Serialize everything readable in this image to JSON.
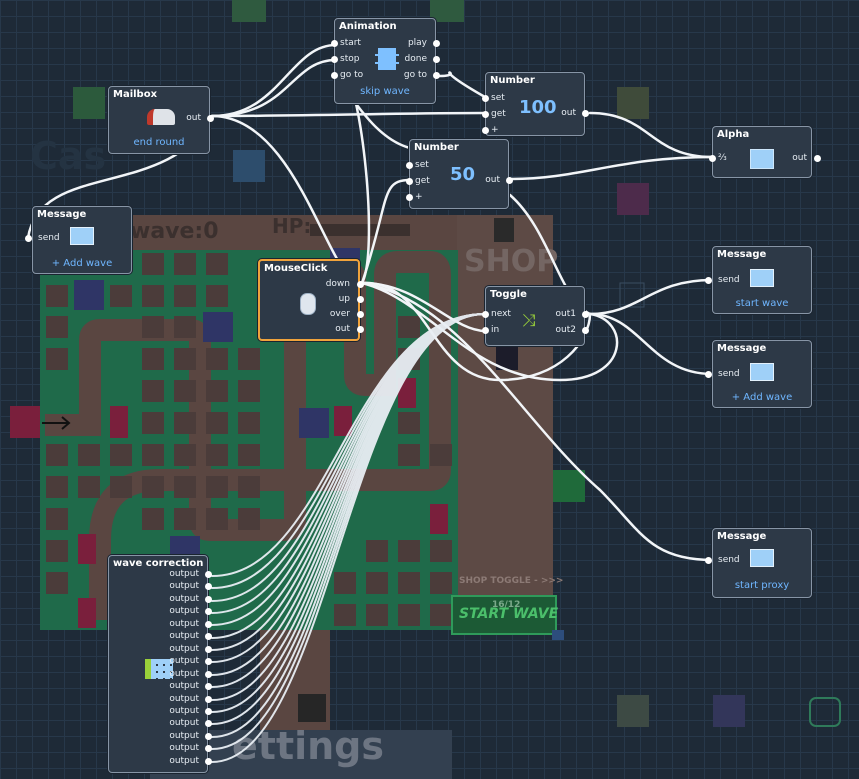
{
  "background_game": {
    "wave_label": "wave:0",
    "hp_label": "HP:",
    "shop_label": "SHOP",
    "shop_toggle": "SHOP TOGGLE - >>>",
    "wave_count": "16/12",
    "start_wave": "START WAVE",
    "settings": "ettings",
    "faded_title": "Cas"
  },
  "nodes": {
    "animation": {
      "title": "Animation",
      "in": [
        "start",
        "stop",
        "go to"
      ],
      "out": [
        "play",
        "done",
        "go to"
      ],
      "link": "skip wave"
    },
    "mailbox": {
      "title": "Mailbox",
      "out": "out",
      "link": "end round"
    },
    "number100": {
      "title": "Number",
      "in": [
        "set",
        "get",
        "+"
      ],
      "out": "out",
      "value": "100"
    },
    "number50": {
      "title": "Number",
      "in": [
        "set",
        "get",
        "+"
      ],
      "out": "out",
      "value": "50"
    },
    "alpha": {
      "title": "Alpha",
      "in": "⅔",
      "out": "out"
    },
    "message_left": {
      "title": "Message",
      "in": "send",
      "link": "+ Add wave"
    },
    "mouseclick": {
      "title": "MouseClick",
      "out": [
        "down",
        "up",
        "over",
        "out"
      ]
    },
    "toggle": {
      "title": "Toggle",
      "in": [
        "next",
        "in"
      ],
      "out": [
        "out1",
        "out2"
      ]
    },
    "message_start_wave": {
      "title": "Message",
      "in": "send",
      "link": "start wave"
    },
    "message_add_wave": {
      "title": "Message",
      "in": "send",
      "link": "+ Add wave"
    },
    "message_start_proxy": {
      "title": "Message",
      "in": "send",
      "link": "start proxy"
    },
    "wave_correction": {
      "title": "wave correction",
      "outputs": [
        "output",
        "output",
        "output",
        "output",
        "output",
        "output",
        "output",
        "output",
        "output",
        "output",
        "output",
        "output",
        "output",
        "output",
        "output",
        "output"
      ]
    }
  },
  "colors": {
    "canvas": "#1e2a37",
    "node_bg": "#2d3947",
    "accent_link": "#6fb6ff",
    "selected_border": "#f0a33c",
    "board_brown": "#5a4641",
    "board_green": "#1f6a4a"
  }
}
